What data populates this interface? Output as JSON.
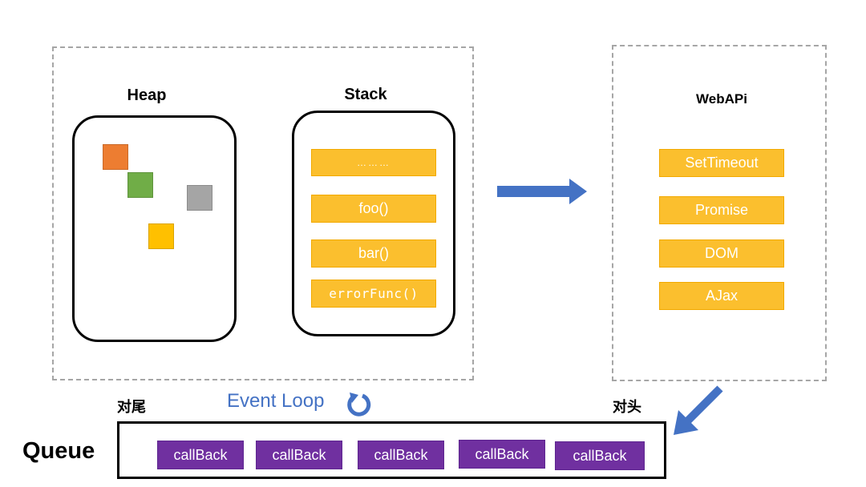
{
  "colors": {
    "orange_square": "#ed7d31",
    "green_square": "#70ad47",
    "gray_square": "#a5a5a5",
    "yellow_square": "#ffc000",
    "yellow_box": "#fbbf2e",
    "purple_box": "#7030a0",
    "arrow_blue": "#4472c4",
    "event_loop_text": "#4472c4"
  },
  "heap": {
    "title": "Heap"
  },
  "stack": {
    "title": "Stack",
    "items": [
      "………",
      "foo()",
      "bar()",
      "errorFunc()"
    ]
  },
  "webapi": {
    "title": "WebAPi",
    "items": [
      "SetTimeout",
      "Promise",
      "DOM",
      "AJax"
    ]
  },
  "queue": {
    "label": "Queue",
    "tail_label": "对尾",
    "head_label": "对头",
    "items": [
      "callBack",
      "callBack",
      "callBack",
      "callBack",
      "callBack"
    ]
  },
  "event_loop": {
    "label": "Event Loop",
    "icon": "refresh-icon"
  }
}
